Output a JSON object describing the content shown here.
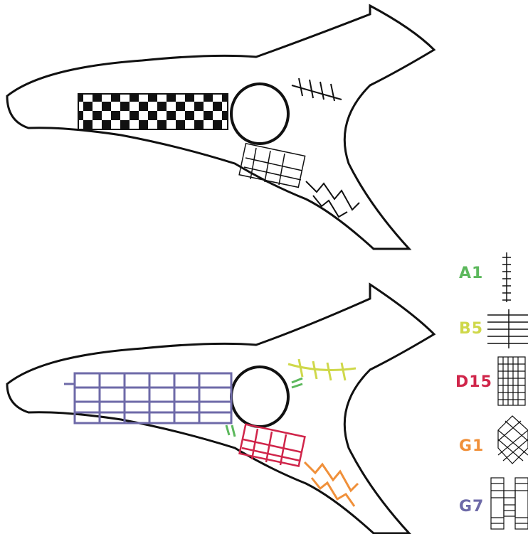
{
  "legend": [
    {
      "code": "A1",
      "color": "#5cb85c",
      "pattern": "ladder-icon"
    },
    {
      "code": "B5",
      "color": "#cfd84a",
      "pattern": "grid-lines-icon"
    },
    {
      "code": "D15",
      "color": "#d0254a",
      "pattern": "crosshatch-grid-icon"
    },
    {
      "code": "G1",
      "color": "#f0903a",
      "pattern": "diamond-net-icon"
    },
    {
      "code": "G7",
      "color": "#6e6aa8",
      "pattern": "checker-band-icon"
    }
  ],
  "colors": {
    "outline": "#111111",
    "background": "#ffffff"
  }
}
